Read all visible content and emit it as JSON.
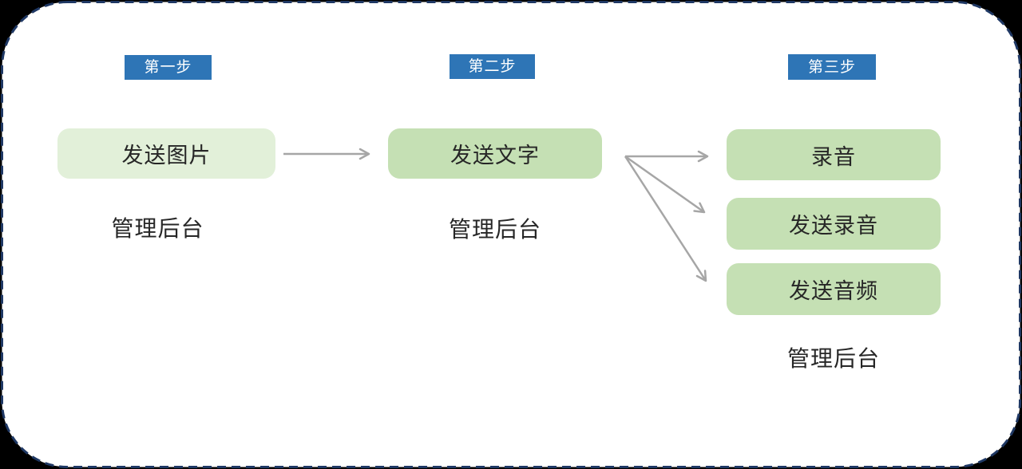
{
  "diagram": {
    "columns": [
      {
        "step_label": "第一步",
        "boxes": [
          {
            "label": "发送图片"
          }
        ],
        "footer": "管理后台"
      },
      {
        "step_label": "第二步",
        "boxes": [
          {
            "label": "发送文字"
          }
        ],
        "footer": "管理后台"
      },
      {
        "step_label": "第三步",
        "boxes": [
          {
            "label": "录音"
          },
          {
            "label": "发送录音"
          },
          {
            "label": "发送音频"
          }
        ],
        "footer": "管理后台"
      }
    ],
    "arrows": [
      {
        "from": "发送图片",
        "to": "发送文字"
      },
      {
        "from": "发送文字",
        "to": "录音"
      },
      {
        "from": "发送文字",
        "to": "发送录音"
      },
      {
        "from": "发送文字",
        "to": "发送音频"
      }
    ]
  },
  "colors": {
    "canvas_bg": "#ffffff",
    "outside_bg": "#000000",
    "border_navy": "#1f3864",
    "badge_bg": "#2e75b6",
    "badge_text": "#ffffff",
    "box_light_green": "#e2f0d9",
    "box_green": "#c5e0b4",
    "arrow_gray": "#a6a6a6",
    "text_dark": "#262626"
  }
}
